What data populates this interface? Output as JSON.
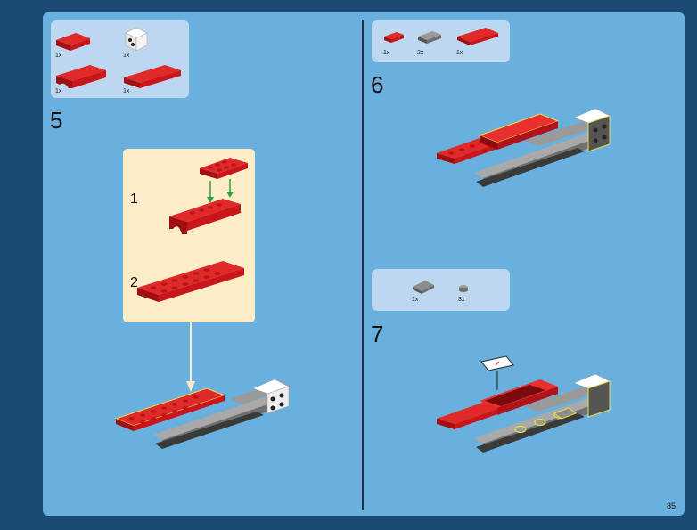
{
  "page": {
    "number": "85"
  },
  "left": {
    "parts": [
      {
        "qty": "1x",
        "name": "red-plate-2x4"
      },
      {
        "qty": "1x",
        "name": "white-bracket"
      },
      {
        "qty": "1x",
        "name": "red-arch"
      },
      {
        "qty": "1x",
        "name": "red-plate-2x8"
      }
    ],
    "step": "5",
    "substeps": [
      "1",
      "2"
    ]
  },
  "right_top": {
    "parts": [
      {
        "qty": "1x",
        "name": "red-plate-1x2"
      },
      {
        "qty": "2x",
        "name": "grey-plate-1x2"
      },
      {
        "qty": "1x",
        "name": "red-tile-2x6"
      }
    ],
    "step": "6"
  },
  "right_bottom": {
    "parts": [
      {
        "qty": "1x",
        "name": "grey-slope"
      },
      {
        "qty": "3x",
        "name": "grey-round-tile"
      }
    ],
    "step": "7"
  },
  "colors": {
    "background": "#1a4a72",
    "page": "#6ab0de",
    "parts_box": "#bcd7ef",
    "substep_box": "#fcecc8",
    "red": "#c8161b",
    "grey": "#8c8c8c"
  }
}
